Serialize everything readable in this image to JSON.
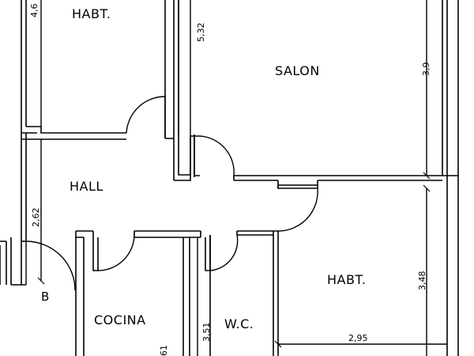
{
  "rooms": {
    "habt_top": "HABT.",
    "salon": "SALON",
    "hall": "HALL",
    "habt_bottom": "HABT.",
    "cocina": "COCINA",
    "wc": "W.C."
  },
  "dimensions": {
    "d_4_6": "4,6",
    "d_5_32": "5,32",
    "d_3_9": "3,9",
    "d_2_62": "2,62",
    "d_3_48": "3,48",
    "d_3_51": "3,51",
    "d_2_95": "2,95",
    "d_61": "61"
  },
  "markers": {
    "b": "B"
  }
}
